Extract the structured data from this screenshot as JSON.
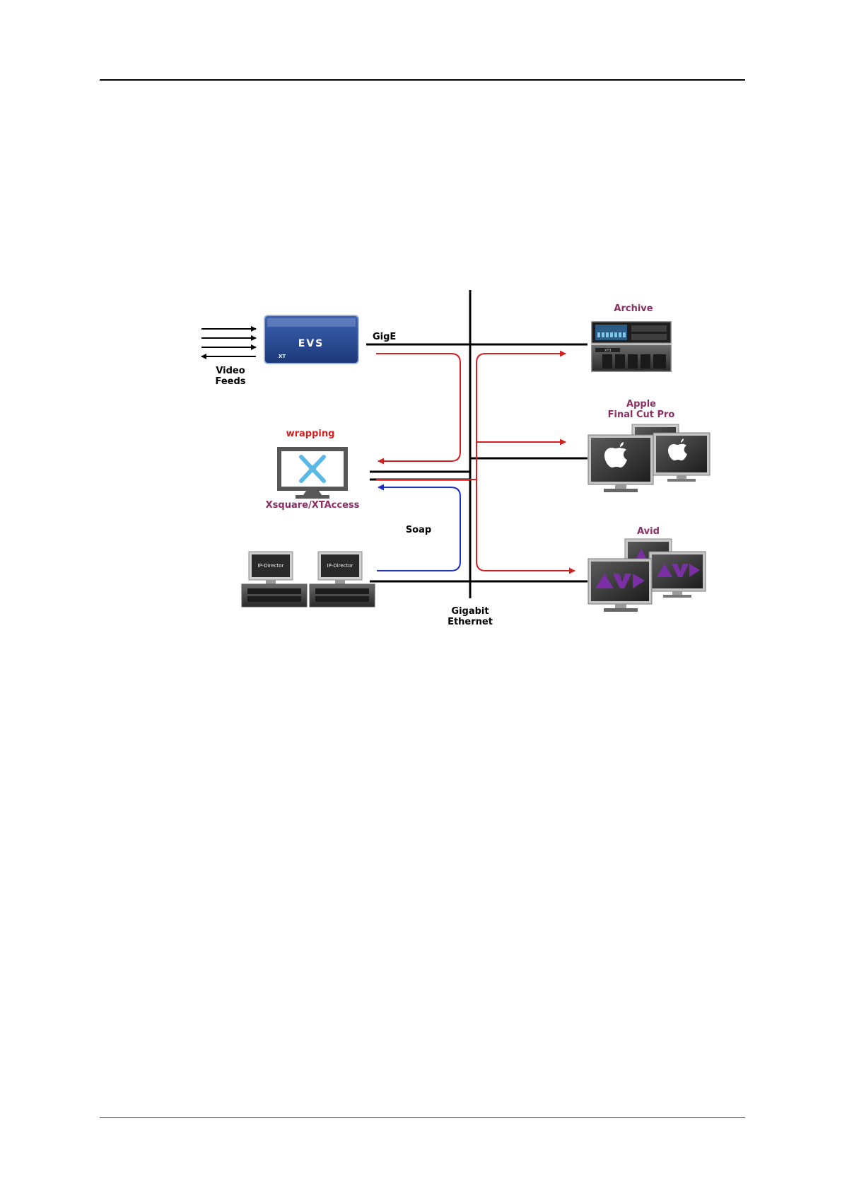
{
  "labels": {
    "archive": "Archive",
    "gige": "GigE",
    "video_feeds_1": "Video",
    "video_feeds_2": "Feeds",
    "apple_1": "Apple",
    "apple_2": "Final Cut Pro",
    "wrapping": "wrapping",
    "xsquare": "Xsquare/XTAccess",
    "soap": "Soap",
    "avid": "Avid",
    "gigabit_1": "Gigabit",
    "gigabit_2": "Ethernet"
  },
  "device_text": {
    "evs_logo": "EVS",
    "xt_badge": "XT",
    "xt3_badge": "XT3",
    "ip_director_1": "IP-Director",
    "ip_director_2": "IP-Director"
  },
  "colors": {
    "red_flow": "#d42020",
    "blue_flow": "#1a2ec8",
    "label_purple": "#8a2e63",
    "evs_blue": "#27488f"
  }
}
